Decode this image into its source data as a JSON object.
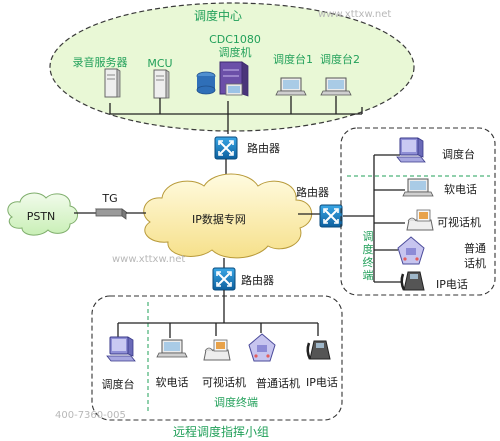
{
  "dispatch_center": {
    "title": "调度中心",
    "server": "录音服务器",
    "mcu": "MCU",
    "switch_model": "CDC1080",
    "switch_name": "调度机",
    "console_1": "调度台1",
    "console_2": "调度台2"
  },
  "core": {
    "router_top": "路由器",
    "router_right": "路由器",
    "router_bottom": "路由器",
    "network": "IP数据专网",
    "pstn": "PSTN",
    "tg": "TG"
  },
  "terminals_right": {
    "console": "调度台",
    "soft_phone": "软电话",
    "video_phone": "可视话机",
    "normal_phone_1": "普通",
    "normal_phone_2": "话机",
    "ip_phone": "IP电话",
    "group_c1": "调",
    "group_c2": "度",
    "group_c3": "终",
    "group_c4": "端"
  },
  "remote": {
    "console": "调度台",
    "soft_phone": "软电话",
    "video_phone": "可视话机",
    "normal_phone": "普通话机",
    "ip_phone": "IP电话",
    "terminals": "调度终端",
    "group_title": "远程调度指挥小组"
  },
  "watermarks": {
    "site": "www.xttxw.net",
    "phone": "400-7360-005"
  },
  "colors": {
    "center_fill": "#e9f8d6",
    "cloud_fill": "#fff3bf",
    "label_green": "#22a05a",
    "router_blue": "#1a83c8"
  }
}
